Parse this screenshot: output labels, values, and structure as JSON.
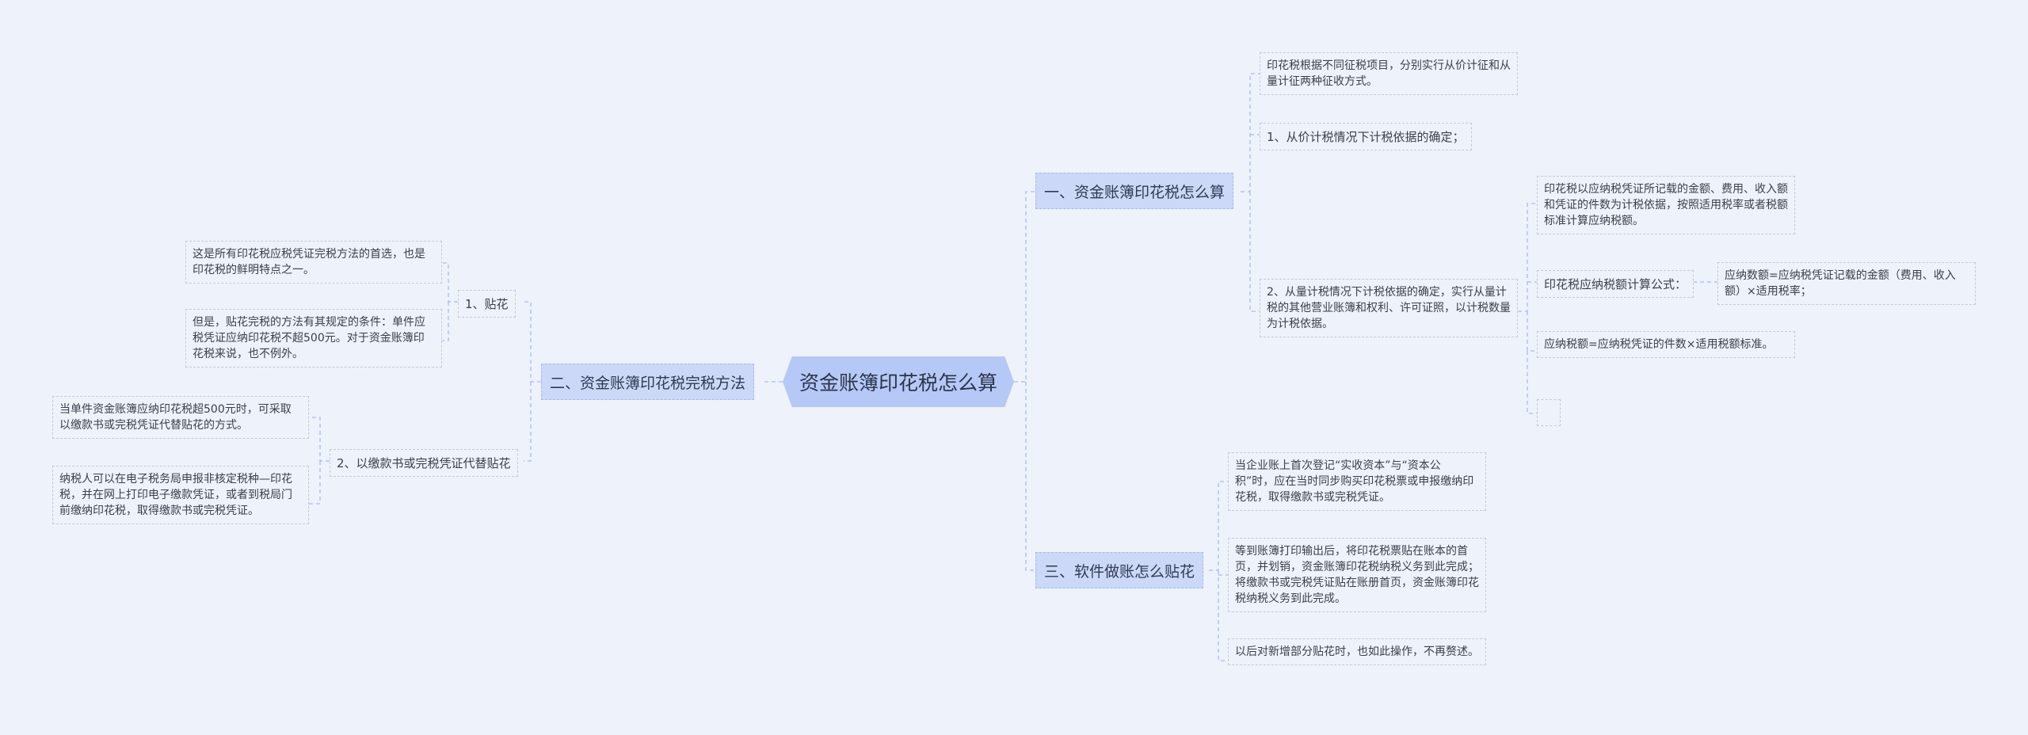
{
  "root": "资金账簿印花税怎么算",
  "branch1": {
    "title": "一、资金账簿印花税怎么算",
    "item1": "印花税根据不同征税项目，分别实行从价计征和从量计征两种征收方式。",
    "item2": "1、从价计税情况下计税依据的确定；",
    "item3": "2、从量计税情况下计税依据的确定，实行从量计税的其他营业账簿和权利、许可证照，以计税数量为计税依据。",
    "sub1": "印花税以应纳税凭证所记载的金额、费用、收入额和凭证的件数为计税依据，按照适用税率或者税额标准计算应纳税额。",
    "sub2": "印花税应纳税额计算公式：",
    "sub2a": "应纳数额=应纳税凭证记载的金额（费用、收入额）×适用税率；",
    "sub3": "应纳税额=应纳税凭证的件数×适用税额标准。",
    "sub4": ""
  },
  "branch2": {
    "title": "二、资金账簿印花税完税方法",
    "s1": "1、贴花",
    "s1a": "这是所有印花税应税凭证完税方法的首选，也是印花税的鲜明特点之一。",
    "s1b": "但是，贴花完税的方法有其规定的条件：单件应税凭证应纳印花税不超500元。对于资金账簿印花税来说，也不例外。",
    "s2": "2、以缴款书或完税凭证代替贴花",
    "s2a": "当单件资金账簿应纳印花税超500元时，可采取以缴款书或完税凭证代替贴花的方式。",
    "s2b": "纳税人可以在电子税务局申报非核定税种—印花税，并在网上打印电子缴款凭证，或者到税局门前缴纳印花税，取得缴款书或完税凭证。"
  },
  "branch3": {
    "title": "三、软件做账怎么贴花",
    "item1": "当企业账上首次登记“实收资本”与“资本公积”时，应在当时同步购买印花税票或申报缴纳印花税，取得缴款书或完税凭证。",
    "item2": "等到账簿打印输出后，将印花税票贴在账本的首页，并划销，资金账簿印花税纳税义务到此完成；将缴款书或完税凭证贴在账册首页，资金账簿印花税纳税义务到此完成。",
    "item3": "以后对新增部分贴花时，也如此操作，不再赘述。"
  },
  "colors": {
    "background": "#eef2fb",
    "root": "#b6c8f5",
    "main": "#cbd8f7",
    "line": "#a9bbe8"
  }
}
